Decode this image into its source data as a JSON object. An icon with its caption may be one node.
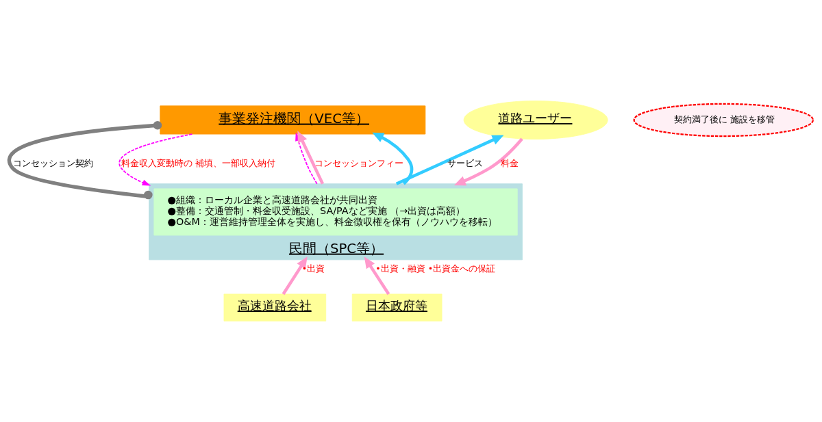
{
  "diagram": {
    "nodes": [
      {
        "text": [
          "事業発注機関（VEC等）"
        ]
      },
      {
        "text": [
          "民間（SPC等）"
        ]
      },
      {
        "text": [
          "●組織：ローカル企業と高速道路会社が共同出資",
          "●整備：交通管制・料金収受施設、SA/PAなど実施 （→出資は高額）",
          "●O&M：運営維持管理全体を実施し、料金徴収権を保有（ノウハウを移転）"
        ],
        "in": 1
      },
      {
        "text": [
          "契約満了後に 施設を移管"
        ]
      },
      {
        "text": [
          "道路ユーザー"
        ]
      },
      {
        "text": [
          "高速道路会社"
        ]
      },
      {
        "text": [
          "日本政府等"
        ]
      }
    ],
    "edges": [
      {
        "from": 0,
        "to": 1,
        "arrow": "other",
        "label": "コンセッション契約",
        "color": "#808080"
      },
      {
        "from": 0,
        "to": 1,
        "arrow": "to",
        "style": "dashed",
        "color": "#ff00ff",
        "label": "料金収入変動時の 補填、一部収入納付"
      },
      {
        "from": 1,
        "to": 0,
        "arrow": "to",
        "style": "dashed",
        "color": "#ff00ff"
      },
      {
        "from": 1,
        "to": 0,
        "arrow": "to",
        "label": "コンセッションフィー"
      },
      {
        "from": 1,
        "to": 0,
        "arrow": "to",
        "color": "#33ccff"
      },
      {
        "from": 1,
        "to": 4,
        "arrow": "to",
        "label": "サービス",
        "color": "#33ccff"
      },
      {
        "from": 4,
        "to": 1,
        "arrow": "to",
        "label": "料金"
      },
      {
        "from": 5,
        "to": 1,
        "arrow": "to",
        "label": "•出資"
      },
      {
        "from": 6,
        "to": 1,
        "arrow": "to",
        "label": "•出資・融資 •出資金への保証"
      }
    ]
  }
}
